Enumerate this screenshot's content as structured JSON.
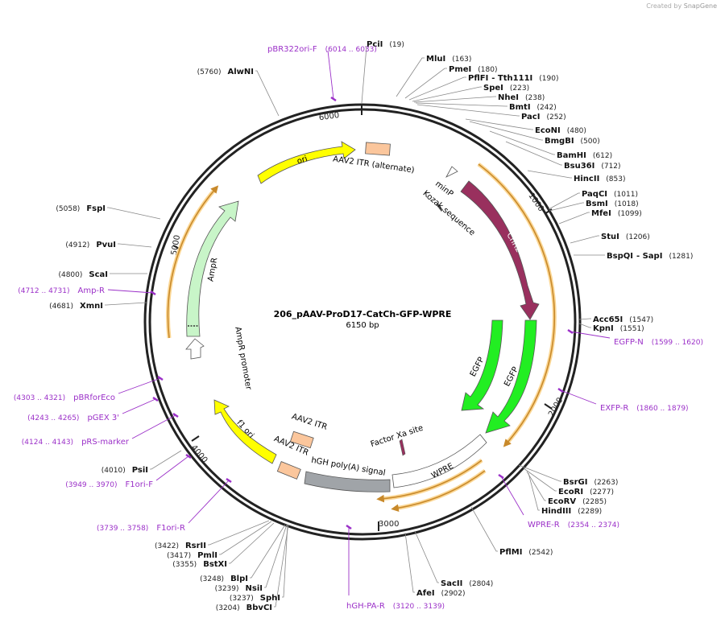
{
  "credit": {
    "created_by": "Created by",
    "brand": "SnapGene"
  },
  "plasmid": {
    "name": "206_pAAV-ProD17-CatCh-GFP-WPRE",
    "size": "6150 bp"
  },
  "ticks": [
    "1000",
    "2000",
    "3000",
    "4000",
    "5000",
    "6000"
  ],
  "enzymes": [
    {
      "name": "PciI",
      "pos": "(19)"
    },
    {
      "name": "MluI",
      "pos": "(163)"
    },
    {
      "name": "PmeI",
      "pos": "(180)"
    },
    {
      "name": "PflFI",
      "name2": "- Tth111I",
      "pos": "(190)"
    },
    {
      "name": "SpeI",
      "pos": "(223)"
    },
    {
      "name": "NheI",
      "pos": "(238)"
    },
    {
      "name": "BmtI",
      "pos": "(242)"
    },
    {
      "name": "PacI",
      "pos": "(252)"
    },
    {
      "name": "EcoNI",
      "pos": "(480)"
    },
    {
      "name": "BmgBI",
      "pos": "(500)"
    },
    {
      "name": "BamHI",
      "pos": "(612)"
    },
    {
      "name": "Bsu36I",
      "pos": "(712)"
    },
    {
      "name": "HincII",
      "pos": "(853)"
    },
    {
      "name": "PaqCI",
      "pos": "(1011)"
    },
    {
      "name": "BsmI",
      "pos": "(1018)"
    },
    {
      "name": "MfeI",
      "pos": "(1099)"
    },
    {
      "name": "StuI",
      "pos": "(1206)"
    },
    {
      "name": "BspQI",
      "name2": "- SapI",
      "pos": "(1281)"
    },
    {
      "name": "Acc65I",
      "pos": "(1547)"
    },
    {
      "name": "KpnI",
      "pos": "(1551)"
    },
    {
      "name": "BsrGI",
      "pos": "(2263)"
    },
    {
      "name": "EcoRI",
      "pos": "(2277)"
    },
    {
      "name": "EcoRV",
      "pos": "(2285)"
    },
    {
      "name": "HindIII",
      "pos": "(2289)"
    },
    {
      "name": "PflMI",
      "pos": "(2542)"
    },
    {
      "name": "SacII",
      "pos": "(2804)"
    },
    {
      "name": "AfeI",
      "pos": "(2902)"
    },
    {
      "name": "BbvCI",
      "pos": "(3204)"
    },
    {
      "name": "SphI",
      "pos": "(3237)"
    },
    {
      "name": "NsiI",
      "pos": "(3239)"
    },
    {
      "name": "BlpI",
      "pos": "(3248)"
    },
    {
      "name": "BstXI",
      "pos": "(3355)"
    },
    {
      "name": "PmlI",
      "pos": "(3417)"
    },
    {
      "name": "RsrII",
      "pos": "(3422)"
    },
    {
      "name": "PsiI",
      "pos": "(4010)"
    },
    {
      "name": "XmnI",
      "pos": "(4681)"
    },
    {
      "name": "ScaI",
      "pos": "(4800)"
    },
    {
      "name": "PvuI",
      "pos": "(4912)"
    },
    {
      "name": "FspI",
      "pos": "(5058)"
    },
    {
      "name": "AlwNI",
      "pos": "(5760)"
    }
  ],
  "primers": [
    {
      "name": "pBR322ori-F",
      "range": "(6014 .. 6033)"
    },
    {
      "name": "Amp-R",
      "range": "(4712 .. 4731)"
    },
    {
      "name": "pBRforEco",
      "range": "(4303 .. 4321)"
    },
    {
      "name": "pGEX 3'",
      "range": "(4243 .. 4265)"
    },
    {
      "name": "pRS-marker",
      "range": "(4124 .. 4143)"
    },
    {
      "name": "F1ori-F",
      "range": "(3949 .. 3970)"
    },
    {
      "name": "F1ori-R",
      "range": "(3739 .. 3758)"
    },
    {
      "name": "hGH-PA-R",
      "range": "(3120 .. 3139)"
    },
    {
      "name": "WPRE-R",
      "range": "(2354 .. 2374)"
    },
    {
      "name": "EXFP-R",
      "range": "(1860 .. 1879)"
    },
    {
      "name": "EGFP-N",
      "range": "(1599 .. 1620)"
    }
  ],
  "features": {
    "ori": "ori",
    "itr_alt": "AAV2 ITR (alternate)",
    "minp": "minP",
    "kozak": "Kozak sequence",
    "chr2": "ChR2",
    "egfp1": "EGFP",
    "egfp2": "EGFP",
    "factor_xa": "Factor Xa site",
    "wpre": "WPRE",
    "hgh": "hGH poly(A) signal",
    "itr1": "AAV2 ITR",
    "itr2": "AAV2 ITR",
    "f1ori": "f1 ori",
    "ampr": "AmpR",
    "ampr_promoter": "AmpR promoter"
  },
  "colors": {
    "backbone": "#222222",
    "enzyme_line": "#888888",
    "primer": "#9b30c8",
    "ori": "#ffff00",
    "itr": "#fbc69c",
    "chr2": "#99305e",
    "egfp": "#22ee22",
    "ampr": "#c8f5c8",
    "hgh": "#a0a4a8",
    "orf": "#c8892a",
    "orf_glow": "#fbd38a"
  }
}
